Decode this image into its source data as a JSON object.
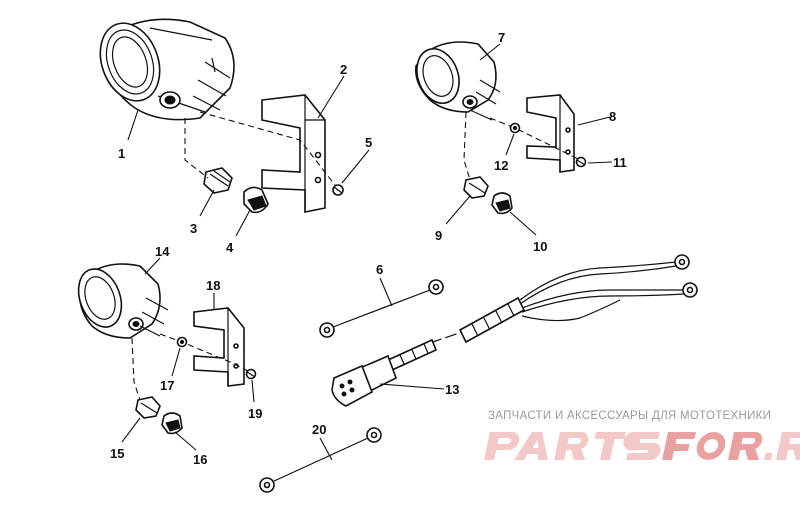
{
  "callouts": {
    "c1": "1",
    "c2": "2",
    "c3": "3",
    "c4": "4",
    "c5": "5",
    "c6": "6",
    "c7": "7",
    "c8": "8",
    "c9": "9",
    "c10": "10",
    "c11": "11",
    "c12": "12",
    "c13": "13",
    "c14": "14",
    "c15": "15",
    "c16": "16",
    "c17": "17",
    "c18": "18",
    "c19": "19",
    "c20": "20"
  },
  "watermark": {
    "caption": "ЗАПЧАСТИ И АКСЕССУАРЫ ДЛЯ МОТОТЕХНИКИ",
    "logo_text": "PARTSFOR.RU",
    "color_light": "#f2c8c8",
    "color_dark": "#e8a0a0"
  }
}
